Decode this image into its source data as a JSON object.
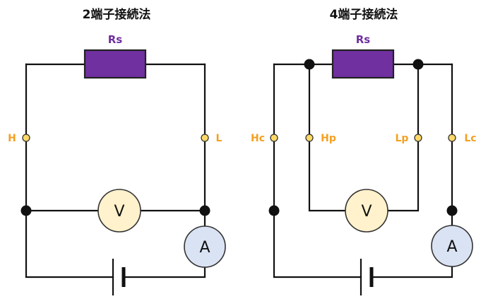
{
  "two_terminal": {
    "title": "2端子接続法",
    "resistor_label": "Rs",
    "terminal_h": "H",
    "terminal_l": "L",
    "voltmeter": "V",
    "ammeter": "A"
  },
  "four_terminal": {
    "title": "4端子接続法",
    "resistor_label": "Rs",
    "terminal_hc": "Hc",
    "terminal_hp": "Hp",
    "terminal_lp": "Lp",
    "terminal_lc": "Lc",
    "voltmeter": "V",
    "ammeter": "A"
  },
  "colors": {
    "resistor_fill": "#7030a0",
    "resistor_label": "#7030a0",
    "terminal_fill": "#ffd966",
    "terminal_label": "#f4a020",
    "voltmeter_fill": "#fff2cc",
    "ammeter_fill": "#dae3f3",
    "wire": "#111111"
  }
}
